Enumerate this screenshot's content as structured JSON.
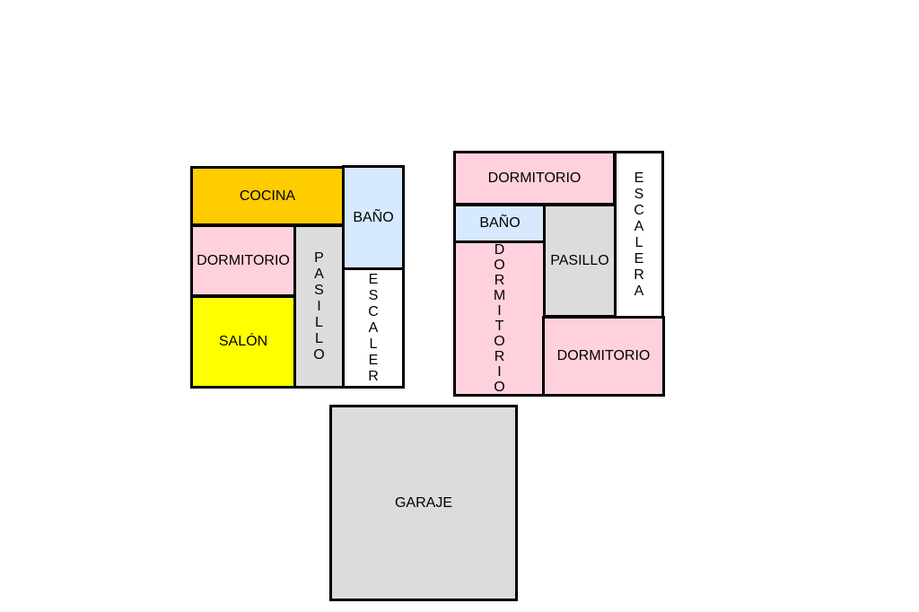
{
  "plan_left": {
    "cocina": "COCINA",
    "dormitorio": "DORMITORIO",
    "salon": "SALÓN",
    "pasillo": "PASILLO",
    "bano": "BAÑO",
    "escalera": "ESCALERA"
  },
  "plan_right": {
    "dormitorio_top": "DORMITORIO",
    "escalera": "ESCALERA",
    "bano": "BAÑO",
    "pasillo": "PASILLO",
    "dormitorio_vertical": "DORMITORIO",
    "dormitorio_bottom": "DORMITORIO"
  },
  "garage": {
    "label": "GARAJE"
  },
  "colors": {
    "cocina": "#ffcc00",
    "dormitorio": "#ffd1dc",
    "salon": "#ffff00",
    "pasillo": "#dcdcdc",
    "bano": "#d6e9ff",
    "escalera": "#ffffff",
    "garaje": "#dcdcdc"
  }
}
